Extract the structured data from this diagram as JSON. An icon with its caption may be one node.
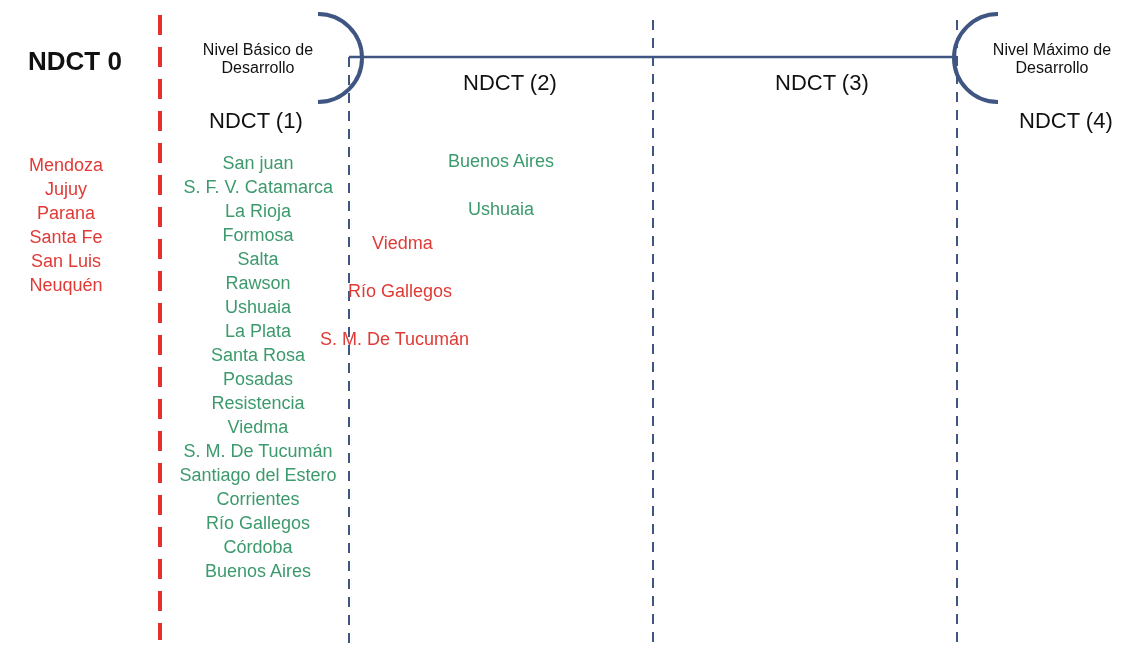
{
  "diagram": {
    "labels": [
      "NDCT 0",
      "Nivel Básico de Desarrollo",
      "NDCT (2)",
      "NDCT (3)",
      "Nivel Máximo de Desarrollo",
      "NDCT (1)",
      "NDCT (4)",
      "Mendoza",
      "Jujuy",
      "Parana",
      "Santa Fe",
      "San Luis",
      "Neuquén",
      "San juan",
      "S. F. V. Catamarca",
      "La Rioja",
      "Formosa",
      "Salta",
      "Rawson",
      "Ushuaia",
      "La Plata",
      "Santa Rosa",
      "Posadas",
      "Resistencia",
      "Viedma",
      "S. M. De Tucumán",
      "Santiago del Estero",
      "Corrientes",
      "Río Gallegos",
      "Córdoba",
      "Buenos Aires",
      "Buenos Aires",
      "Ushuaia",
      "Viedma",
      "Río Gallegos",
      "S. M. De Tucumán"
    ]
  }
}
